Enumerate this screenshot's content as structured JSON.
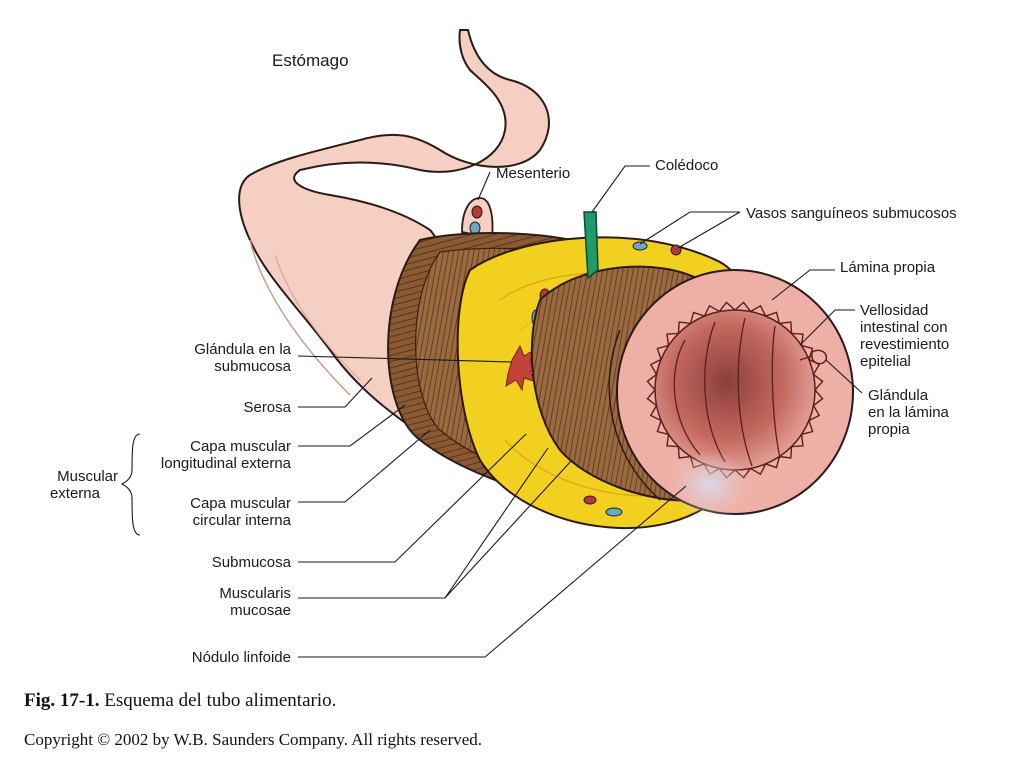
{
  "labels": {
    "estomago": "Estómago",
    "mesenterio": "Mesenterio",
    "coledoco": "Colédoco",
    "vasos": "Vasos sanguíneos submucosos",
    "lamina_propia": "Lámina propia",
    "vellosidad": [
      "Vellosidad",
      "intestinal con",
      "revestimiento",
      "epitelial"
    ],
    "glandula_lamina": [
      "Glándula",
      "en la lámina",
      "propia"
    ],
    "glandula_submucosa": [
      "Glándula en la",
      "submucosa"
    ],
    "serosa": "Serosa",
    "muscular_externa": [
      "Muscular",
      "externa"
    ],
    "capa_longitudinal": [
      "Capa muscular",
      "longitudinal externa"
    ],
    "capa_circular": [
      "Capa muscular",
      "circular interna"
    ],
    "submucosa": "Submucosa",
    "muscularis_mucosae": [
      "Muscularis",
      "mucosae"
    ],
    "nodulo": "Nódulo linfoide"
  },
  "caption": {
    "fig_number": "Fig. 17-1.",
    "text": "Esquema del tubo alimentario."
  },
  "copyright": "Copyright © 2002 by W.B. Saunders Company. All rights reserved.",
  "colors": {
    "stomach_pink": "#f6cfc3",
    "muscle_brown": "#8a5a35",
    "submucosa_yellow": "#f2d020",
    "mucosa_pink": "#eeb0a6",
    "lumen_dark": "#b8605a",
    "duct_green": "#1f9a6a",
    "vessel_red": "#b23a3a",
    "vessel_blue": "#6aa8c8"
  }
}
